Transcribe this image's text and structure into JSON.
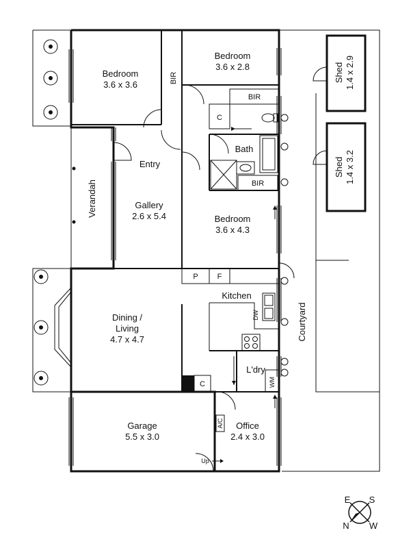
{
  "rooms": {
    "bedroom1": {
      "name": "Bedroom",
      "size": "3.6 x 3.6"
    },
    "bedroom2": {
      "name": "Bedroom",
      "size": "3.6 x 2.8"
    },
    "bedroom3": {
      "name": "Bedroom",
      "size": "3.6 x 4.3"
    },
    "entry": {
      "name": "Entry"
    },
    "gallery": {
      "name": "Gallery",
      "size": "2.6 x 5.4"
    },
    "verandah": {
      "name": "Verandah"
    },
    "bath": {
      "name": "Bath"
    },
    "kitchen": {
      "name": "Kitchen"
    },
    "dining": {
      "line1": "Dining /",
      "line2": "Living",
      "size": "4.7 x 4.7"
    },
    "laundry": {
      "name": "L'dry"
    },
    "garage": {
      "name": "Garage",
      "size": "5.5 x 3.0"
    },
    "office": {
      "name": "Office",
      "size": "2.4 x 3.0"
    },
    "courtyard": {
      "name": "Courtyard"
    },
    "shed1": {
      "name": "Shed",
      "size": "1.4 x 2.9"
    },
    "shed2": {
      "name": "Shed",
      "size": "1.4 x 3.2"
    }
  },
  "fixtures": {
    "bir_a": "BIR",
    "bir_b": "BIR",
    "bir_c": "BIR",
    "c_a": "C",
    "c_b": "C",
    "pantry": "P",
    "fridge": "F",
    "dw": "DW",
    "wm": "WM",
    "ac": "A/C",
    "up": "Up"
  },
  "compass": {
    "n": "N",
    "e": "E",
    "s": "S",
    "w": "W"
  },
  "icons": [
    "tree-icon",
    "compass-icon",
    "stove-icon",
    "sink-icon",
    "toilet-icon",
    "bathtub-icon",
    "shower-icon"
  ]
}
